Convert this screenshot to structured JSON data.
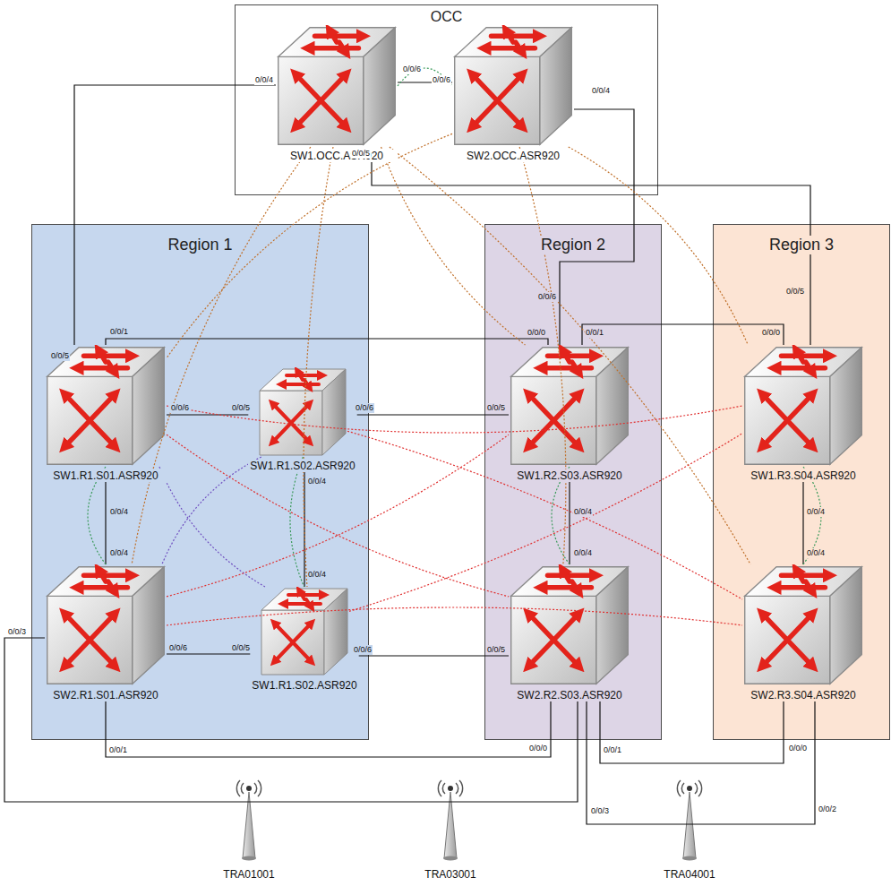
{
  "diagram": {
    "nodes": [
      {
        "text": [
          "OCC"
        ]
      },
      {
        "text": [
          "Region 1"
        ]
      },
      {
        "text": [
          "Region 2"
        ]
      },
      {
        "text": [
          "Region 3"
        ]
      },
      {
        "text": [
          "SW1.OCC.ASR920"
        ],
        "in": 0
      },
      {
        "text": [
          "SW2.OCC.ASR920"
        ],
        "in": 0
      },
      {
        "text": [
          "SW1.R1.S01.ASR920"
        ],
        "in": 1
      },
      {
        "text": [
          "SW1.R1.S02.ASR920"
        ],
        "in": 1
      },
      {
        "text": [
          "SW2.R1.S01.ASR920"
        ],
        "in": 1
      },
      {
        "text": [
          "SW1.R1.S02.ASR920"
        ],
        "in": 1
      },
      {
        "text": [
          "SW1.R2.S03.ASR920"
        ],
        "in": 2
      },
      {
        "text": [
          "SW2.R2.S03.ASR920"
        ],
        "in": 2
      },
      {
        "text": [
          "SW1.R3.S04.ASR920"
        ],
        "in": 3
      },
      {
        "text": [
          "SW2.R3.S04.ASR920"
        ],
        "in": 3
      },
      {
        "text": [
          "TRA01001"
        ]
      },
      {
        "text": [
          "TRA03001"
        ]
      },
      {
        "text": [
          "TRA04001"
        ]
      }
    ],
    "edges": [
      {
        "from": 4,
        "to": 6,
        "arrow": "none"
      },
      {
        "from": 4,
        "to": 5,
        "arrow": "none"
      },
      {
        "from": 4,
        "to": 12,
        "arrow": "none"
      },
      {
        "from": 5,
        "to": 10,
        "arrow": "none"
      },
      {
        "from": 6,
        "to": 10,
        "arrow": "none"
      },
      {
        "from": 10,
        "to": 12,
        "arrow": "none"
      },
      {
        "from": 6,
        "to": 7,
        "arrow": "none"
      },
      {
        "from": 7,
        "to": 10,
        "arrow": "none"
      },
      {
        "from": 6,
        "to": 8,
        "arrow": "none"
      },
      {
        "from": 7,
        "to": 9,
        "arrow": "none"
      },
      {
        "from": 8,
        "to": 9,
        "arrow": "none"
      },
      {
        "from": 9,
        "to": 11,
        "arrow": "none"
      },
      {
        "from": 10,
        "to": 11,
        "arrow": "none"
      },
      {
        "from": 12,
        "to": 13,
        "arrow": "none"
      },
      {
        "from": 8,
        "to": 11,
        "arrow": "none"
      },
      {
        "from": 11,
        "to": 13,
        "arrow": "none"
      },
      {
        "from": 8,
        "to": 11,
        "arrow": "none"
      },
      {
        "from": 11,
        "to": 13,
        "arrow": "none"
      },
      {
        "from": 4,
        "to": 5,
        "arrow": "none"
      },
      {
        "from": 4,
        "to": 8,
        "arrow": "none"
      },
      {
        "from": 4,
        "to": 10,
        "arrow": "none"
      },
      {
        "from": 4,
        "to": 13,
        "arrow": "none"
      },
      {
        "from": 5,
        "to": 6,
        "arrow": "none"
      },
      {
        "from": 5,
        "to": 11,
        "arrow": "none"
      },
      {
        "from": 5,
        "to": 12,
        "arrow": "none"
      },
      {
        "from": 4,
        "to": 9,
        "arrow": "none"
      },
      {
        "from": 6,
        "to": 8,
        "arrow": "none"
      },
      {
        "from": 10,
        "to": 11,
        "arrow": "none"
      },
      {
        "from": 12,
        "to": 13,
        "arrow": "none"
      },
      {
        "from": 7,
        "to": 9,
        "arrow": "none"
      },
      {
        "from": 6,
        "to": 9,
        "arrow": "none"
      },
      {
        "from": 7,
        "to": 8,
        "arrow": "none"
      },
      {
        "from": 6,
        "to": 12,
        "arrow": "none"
      },
      {
        "from": 6,
        "to": 11,
        "arrow": "none"
      },
      {
        "from": 8,
        "to": 10,
        "arrow": "none"
      },
      {
        "from": 8,
        "to": 13,
        "arrow": "none"
      },
      {
        "from": 9,
        "to": 12,
        "arrow": "none"
      },
      {
        "from": 7,
        "to": 13,
        "arrow": "none"
      }
    ],
    "labels": [
      "0/0/4",
      "0/0/6",
      "0/0/6",
      "0/0/5",
      "0/0/4",
      "0/0/1",
      "0/0/5",
      "0/0/6",
      "0/0/5",
      "0/0/6",
      "0/0/4",
      "0/0/4",
      "0/0/4",
      "0/0/4",
      "0/0/6",
      "0/0/5",
      "0/0/6",
      "0/0/3",
      "0/0/6",
      "0/0/0",
      "0/0/1",
      "0/0/5",
      "0/0/4",
      "0/0/4",
      "0/0/5",
      "0/0/5",
      "0/0/0",
      "0/0/4",
      "0/0/4",
      "0/0/1",
      "0/0/0",
      "0/0/1",
      "0/0/3",
      "0/0/0",
      "0/0/2"
    ]
  }
}
